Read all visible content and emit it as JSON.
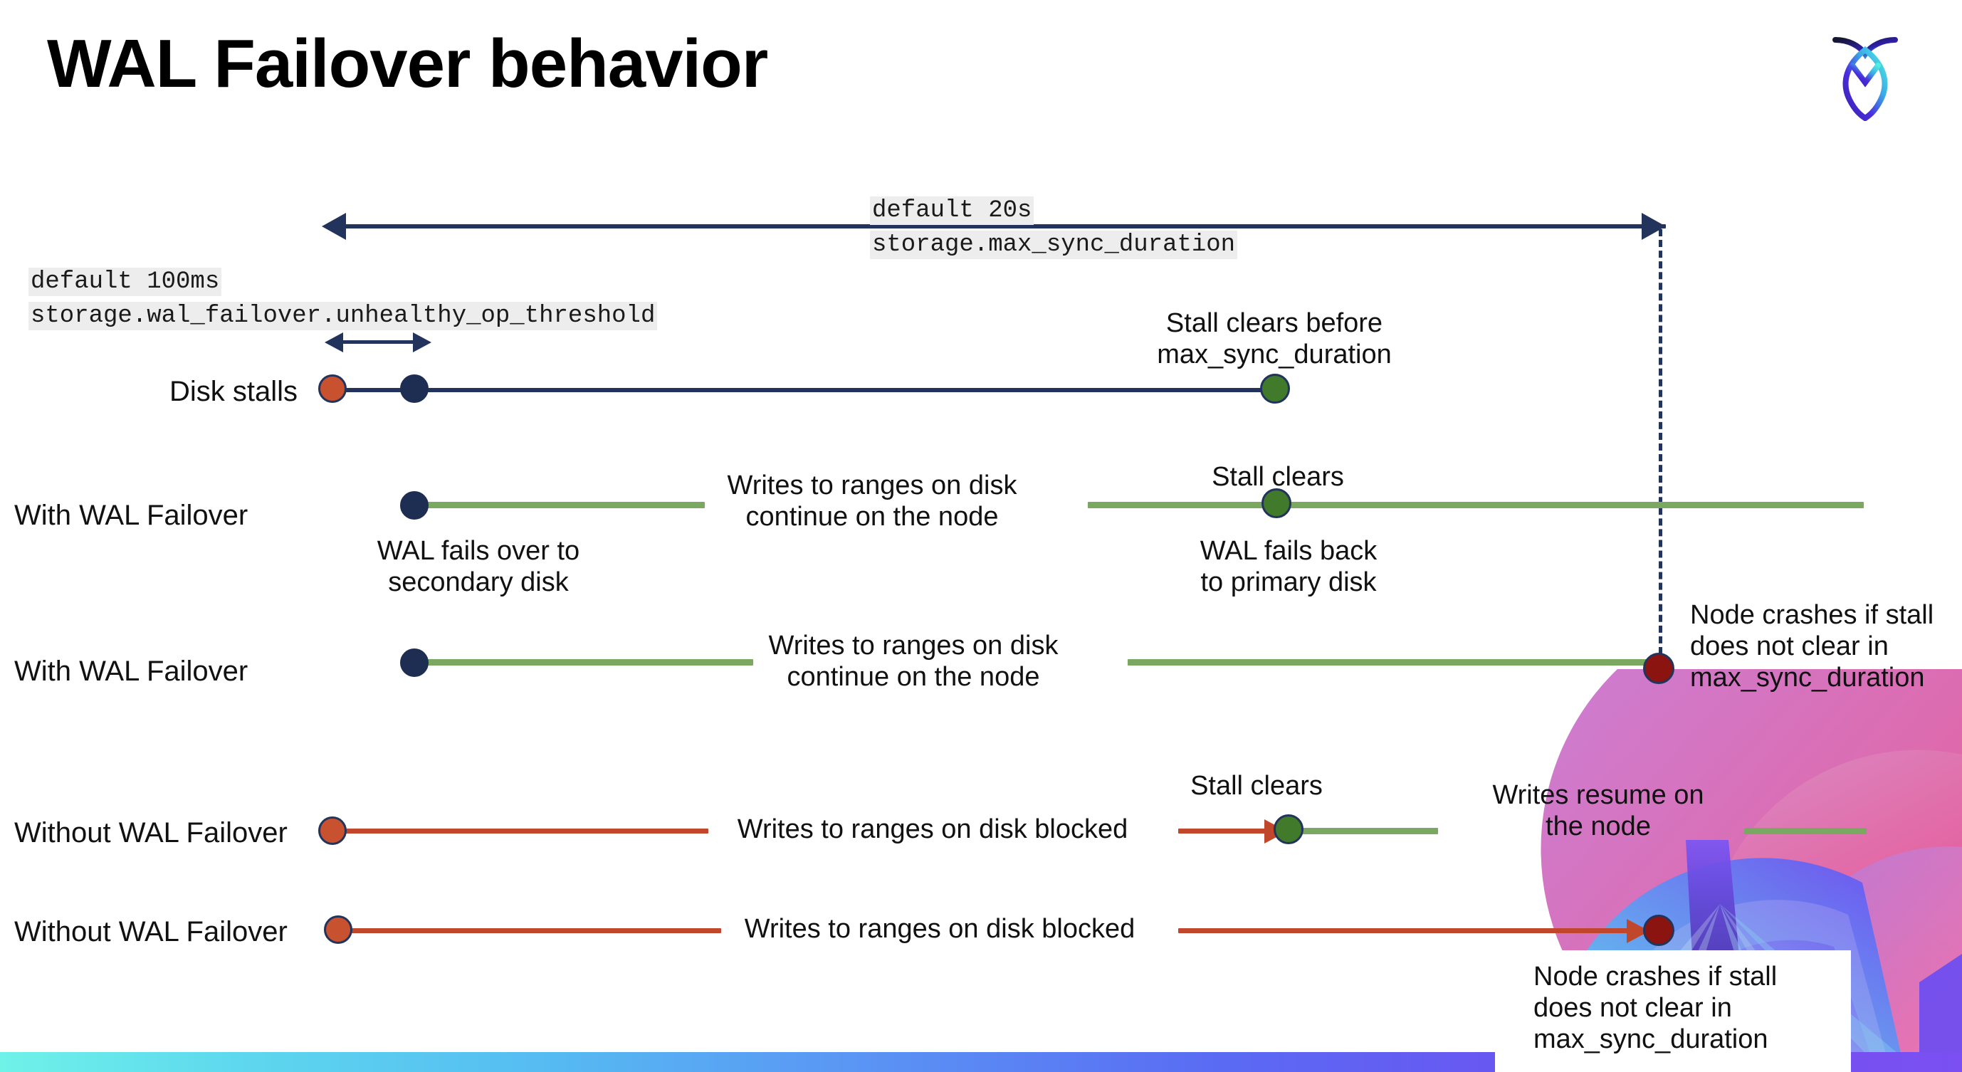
{
  "slide": {
    "title": "WAL Failover behavior",
    "logo_name": "cockroachdb-logo"
  },
  "callouts": {
    "unhealthy_threshold": {
      "line1": "default 100ms",
      "line2": "storage.wal_failover.unhealthy_op_threshold"
    },
    "max_sync_duration": {
      "line1": "default 20s",
      "line2": "storage.max_sync_duration"
    }
  },
  "rows": [
    {
      "label": "Disk stalls",
      "annotations": [
        "Stall clears before\nmax_sync_duration"
      ]
    },
    {
      "label": "With WAL Failover",
      "annotations": [
        "Writes to ranges on disk\ncontinue on the node",
        "Stall clears",
        "WAL fails over to\nsecondary disk",
        "WAL fails  back\nto primary disk"
      ]
    },
    {
      "label": "With WAL Failover",
      "annotations": [
        "Writes to ranges on disk\ncontinue on the node",
        "Node crashes if stall\ndoes not clear in\nmax_sync_duration"
      ]
    },
    {
      "label": "Without WAL Failover",
      "annotations": [
        "Writes to ranges on disk  blocked",
        "Stall clears",
        "Writes resume on\nthe node"
      ]
    },
    {
      "label": "Without WAL Failover",
      "annotations": [
        "Writes to ranges on disk  blocked",
        "Node crashes if stall\ndoes not clear in\nmax_sync_duration"
      ]
    }
  ],
  "colors": {
    "navy": "#22335c",
    "green_line": "#7aa860",
    "green_dot": "#407a2a",
    "orange": "#c0472b",
    "orange_dot": "#c8522f",
    "dark_red": "#8b1410",
    "code_bg": "#ededed",
    "bar_gradient_start": "#6FF2E8",
    "bar_gradient_end": "#7B4FF2"
  },
  "diagram": {
    "type": "timeline",
    "description": "Five parallel timelines comparing CockroachDB node behavior during disk stalls with and without WAL failover enabled.",
    "markers": {
      "stall_start": "orange dot",
      "failover_point": "navy dot",
      "stall_clear": "green dot",
      "node_crash": "dark red dot"
    }
  }
}
